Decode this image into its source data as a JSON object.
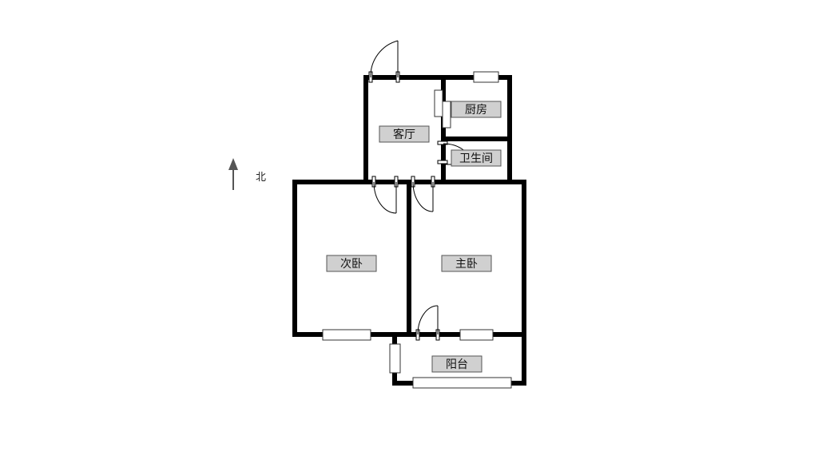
{
  "compass": {
    "label": "北"
  },
  "rooms": {
    "living_room": "客厅",
    "kitchen": "厨房",
    "bathroom": "卫生间",
    "second_bedroom": "次卧",
    "master_bedroom": "主卧",
    "balcony": "阳台"
  },
  "colors": {
    "wall": "#000000",
    "label_fill": "#d0d0d0",
    "label_stroke": "#555555",
    "window_fill": "#ffffff",
    "compass": "#555555"
  }
}
